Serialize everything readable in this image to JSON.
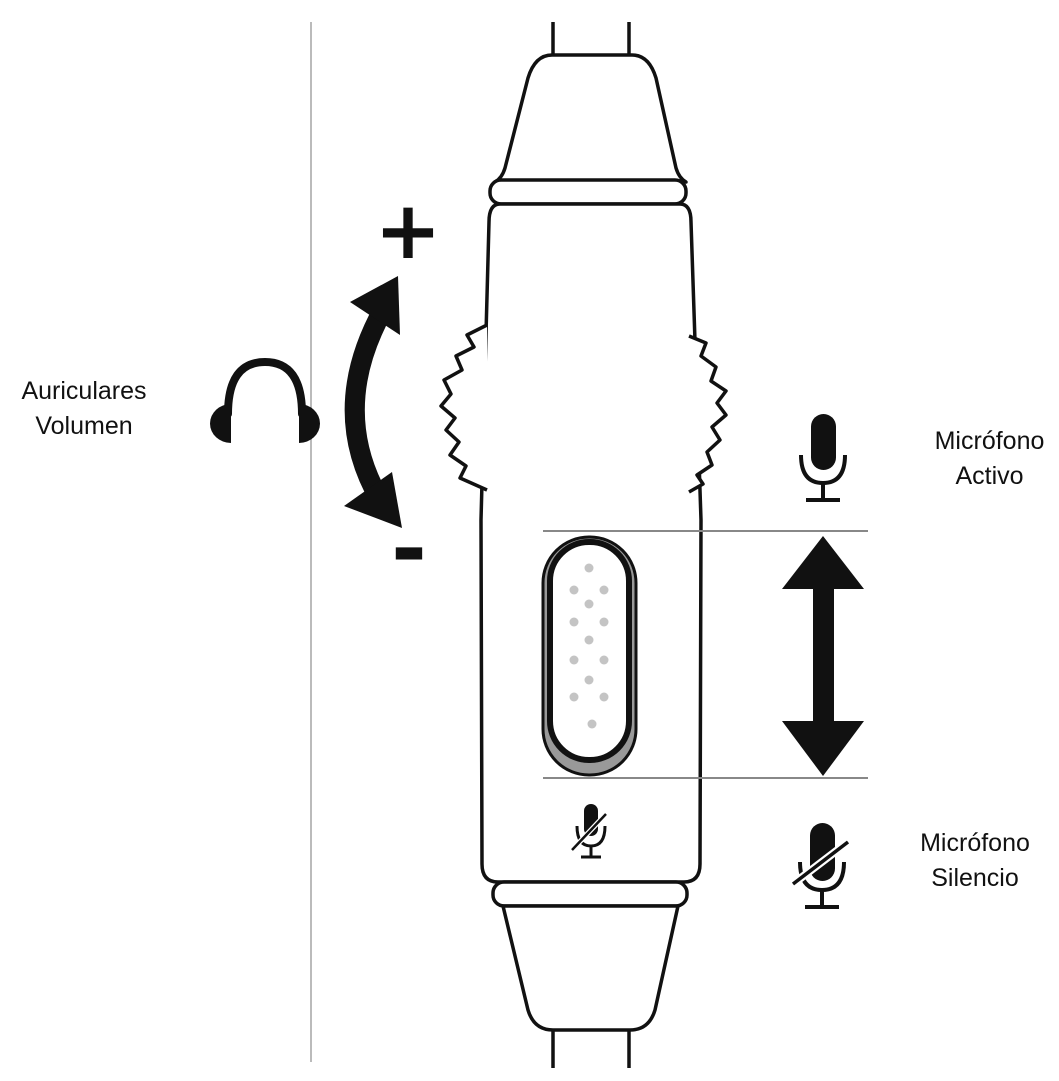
{
  "labels": {
    "volume": {
      "line1": "Auriculares",
      "line2": "Volumen"
    },
    "mic_active": {
      "line1": "Micrófono",
      "line2": "Activo"
    },
    "mic_mute": {
      "line1": "Micrófono",
      "line2": "Silencio"
    }
  },
  "symbols": {
    "plus": "+",
    "minus": "-"
  },
  "icons": {
    "headphones": "headphones-icon",
    "mic_active": "microphone-icon",
    "mic_mute": "microphone-muted-icon",
    "slider_mute": "microphone-muted-icon"
  },
  "colors": {
    "line": "#111111",
    "slider_gray": "#999999",
    "dots": "#c4c4c4",
    "guide": "#bbbbbb"
  }
}
